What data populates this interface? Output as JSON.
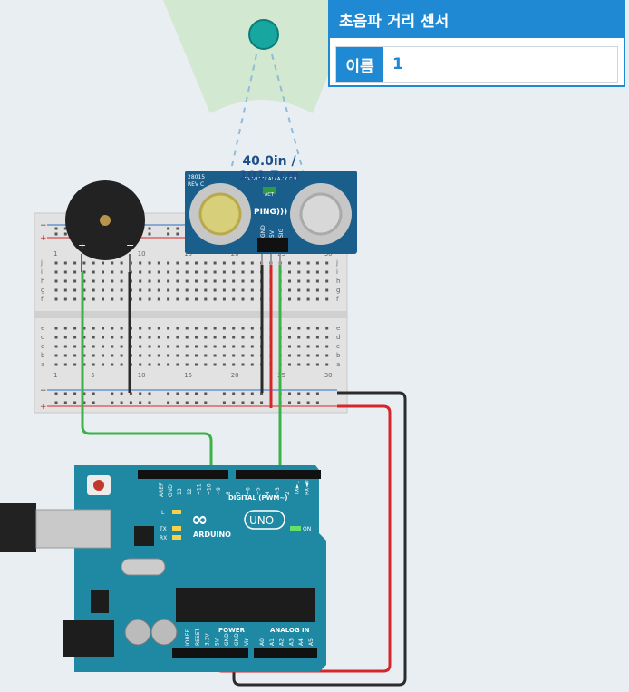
{
  "panel": {
    "title": "초음파 거리 센서",
    "name_label": "이름",
    "name_value": "1"
  },
  "sensor": {
    "distance": "40.0in / 101.7cm",
    "model_line1": "28015",
    "model_line2": "REV C",
    "brand_url": "WWW.PARALLAX.COM",
    "act_label": "ACT",
    "ping_label": "PING)))",
    "pins": [
      "GND",
      "5V",
      "SIG"
    ]
  },
  "breadboard": {
    "rows_top": [
      "j",
      "i",
      "h",
      "g",
      "f"
    ],
    "rows_bottom": [
      "e",
      "d",
      "c",
      "b",
      "a"
    ],
    "col_labels": [
      "1",
      "5",
      "10",
      "15",
      "20",
      "25",
      "30"
    ]
  },
  "arduino": {
    "brand": "ARDUINO",
    "model": "UNO",
    "on_label": "ON",
    "digital_header": "DIGITAL (PWM~)",
    "tx_label": "TX",
    "rx_label": "RX",
    "l_label": "L",
    "aref_label": "AREF",
    "gnd_label": "GND",
    "digital_pins": [
      "13",
      "12",
      "~11",
      "~10",
      "~9",
      "8",
      "7",
      "~6",
      "~5",
      "4",
      "~3",
      "2",
      "TX►1",
      "RX◄0"
    ],
    "power_header": "POWER",
    "analog_header": "ANALOG IN",
    "power_pins": [
      "IOREF",
      "RESET",
      "3.3V",
      "5V",
      "GND",
      "GND",
      "Vin"
    ],
    "analog_pins": [
      "A0",
      "A1",
      "A2",
      "A3",
      "A4",
      "A5"
    ]
  },
  "colors": {
    "accent": "#1f8ad3",
    "board": "#1f88a3",
    "sensor_board": "#1a5e8c",
    "wire_green": "#3cb14a",
    "wire_red": "#d5272b",
    "wire_black": "#2b2b2b"
  }
}
